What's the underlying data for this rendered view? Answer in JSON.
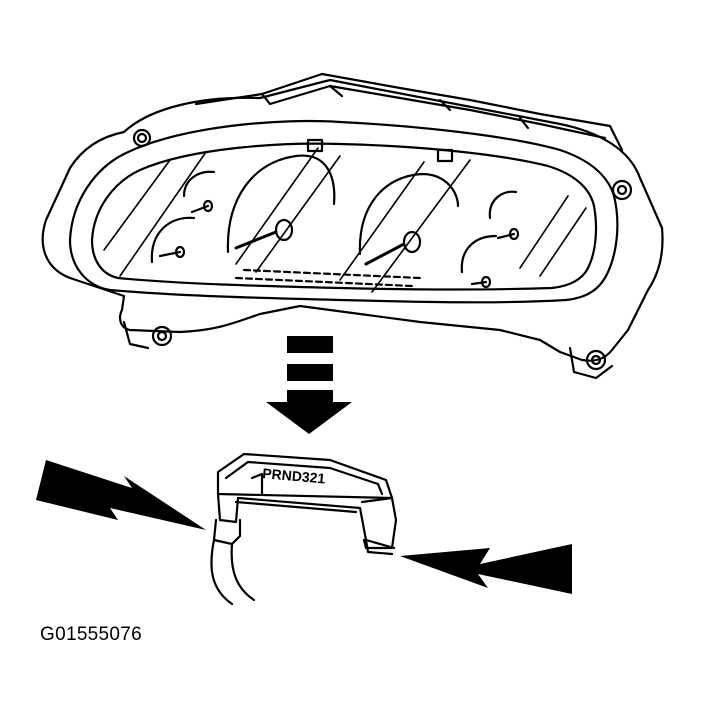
{
  "indicator_label": "PRND321",
  "figure_code": "G01555076",
  "icons": [
    "instrument-cluster",
    "arrow-down-icon",
    "arrow-pointer-icon"
  ],
  "colors": {
    "ink": "#000000",
    "paper": "#ffffff"
  }
}
